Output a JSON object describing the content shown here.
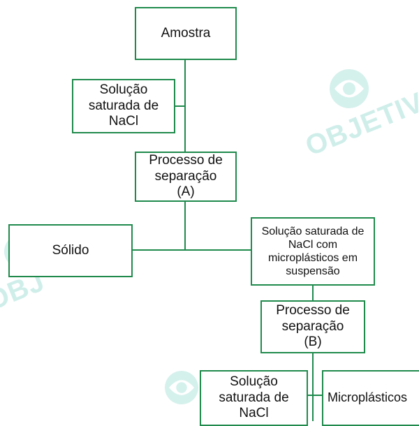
{
  "watermark": {
    "text": "OBJETIVO"
  },
  "nodes": {
    "amostra": "Amostra",
    "solucao_top": "Solução\nsaturada de\nNaCl",
    "processo_a": "Processo de\nseparação\n(A)",
    "solido": "Sólido",
    "solucao_micro": "Solução saturada de\nNaCl com\nmicroplásticos em\nsuspensão",
    "processo_b": "Processo de\nseparação\n(B)",
    "solucao_bottom": "Solução\nsaturada de\nNaCl",
    "microplasticos": "Microplásticos"
  },
  "colors": {
    "border": "#1f8a4c",
    "line": "#1f8a4c",
    "watermark": "#cfeeea"
  }
}
